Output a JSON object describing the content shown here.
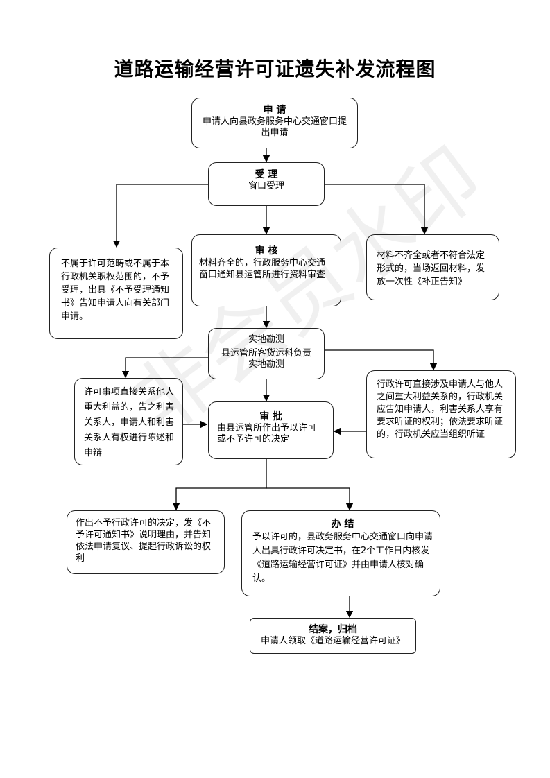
{
  "title": "道路运输经营许可证遗失补发流程图",
  "watermark": "非会员水印",
  "nodes": {
    "apply": {
      "heading": "申    请",
      "body": "申请人向县政务服务中心交通窗口提出申请"
    },
    "accept": {
      "heading": "受    理",
      "body": "窗口受理"
    },
    "reject": {
      "body": "不属于许可范畴或不属于本行政机关职权范围的，不予受理，出具《不予受理通知书》告知申请人向有关部门申请。"
    },
    "review": {
      "heading": "审    核",
      "body": "材料齐全的，行政服务中心交通窗口通知县运管所进行资料审查"
    },
    "incomplete": {
      "body": "材料不齐全或者不符合法定形式的，当场返回材料，发放一次性《补正告知》"
    },
    "inspect": {
      "heading": "实地勘测",
      "body": "县运管所客货运科负责实地勘测"
    },
    "interest": {
      "body": "许可事项直接关系他人重大利益的，告之利害关系人，申请人和利害关系人有权进行陈述和申辩"
    },
    "approve": {
      "heading": "审    批",
      "body": "由县运管所作出予以许可或不予许可的决定"
    },
    "hearing": {
      "body": "行政许可直接涉及申请人与他人之间重大利益关系的，行政机关应告知申请人，利害关系人享有要求听证的权利；依法要求听证的，行政机关应当组织听证"
    },
    "deny": {
      "body": "作出不予行政许可的决定，发《不予许可通知书》说明理由，并告知依法申请复议、提起行政诉讼的权利"
    },
    "handle": {
      "heading": "办    结",
      "body": "予以许可的，县政务服务中心交通窗口向申请人出具行政许可决定书，在2个工作日内核发《道路运输经营许可证》并由申请人核对确认。"
    },
    "close": {
      "heading": "结案，归档",
      "body": "申请人领取《道路运输经营许可证》"
    }
  }
}
